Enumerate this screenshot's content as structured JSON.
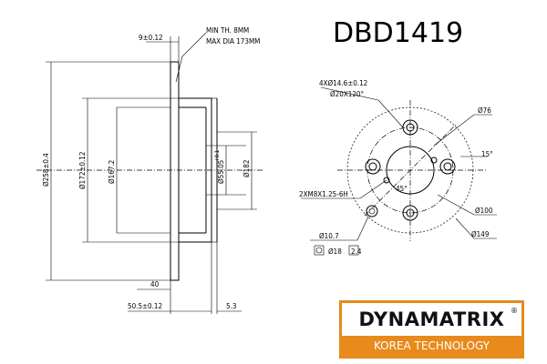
{
  "title": "DBD1419",
  "side_view": {
    "note_min_th": "MIN TH. 8MM",
    "note_max_dia": "MAX DIA 173MM",
    "dim_hat_thickness": "9±0.12",
    "dim_outer_dia": "Ø258±0.4",
    "dim_hat_dia": "Ø172±0.12",
    "dim_inner_dia": "Ø167.2",
    "dim_bore_tol": "+0.1",
    "dim_bore": "Ø55.05",
    "dim_drum": "Ø182",
    "dim_depth": "40",
    "dim_total_height": "50.5±0.12",
    "dim_small": "5.3"
  },
  "front_view": {
    "bolt_holes": "4XØ14.6±0.12",
    "bolt_holes_sub": "Ø20X120°",
    "dim_76": "Ø76",
    "angle_15": "15°",
    "angle_45": "45°",
    "thread": "2XM8X1.25-6H",
    "dim_100": "Ø100",
    "dim_10_7": "Ø10.7",
    "dim_149": "Ø149",
    "dim_18": "Ø18",
    "dim_2_4": "2.4"
  },
  "logo": {
    "brand": "DYNAMATRIX",
    "reg": "®",
    "tagline": "KOREA TECHNOLOGY",
    "color": "#e88a1c"
  }
}
